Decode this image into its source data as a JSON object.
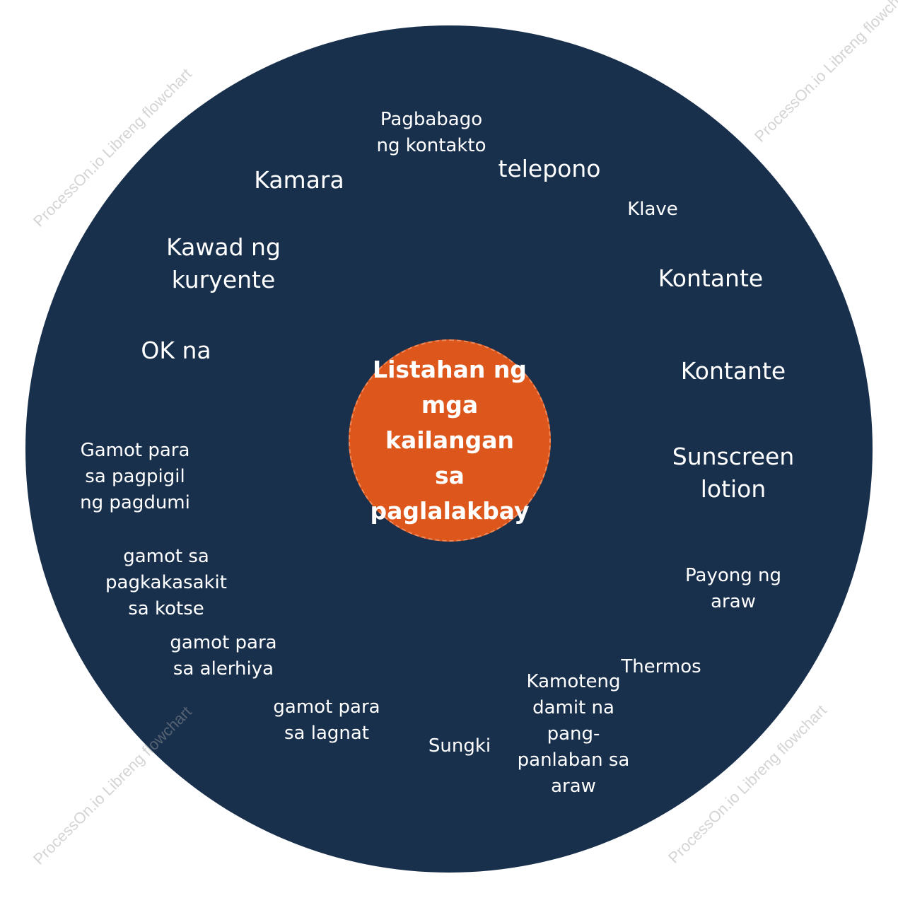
{
  "center": {
    "label": "Listahan ng\nmga\nkailangan\nsa\npaglalakbay"
  },
  "items": {
    "pagbabago": "Pagbabago\nng kontakto",
    "kamara": "Kamara",
    "telepono": "telepono",
    "klave": "Klave",
    "kawad": "Kawad ng\nkuryente",
    "kontante1": "Kontante",
    "ok_na": "OK na",
    "kontante2": "Kontante",
    "gamot_pagdumi": "Gamot para\nsa pagpigil\nng pagdumi",
    "sunscreen": "Sunscreen\nlotion",
    "gamot_kotse": "gamot sa\npagkakasakit\nsa kotse",
    "payong": "Payong ng\naraw",
    "gamot_alerhiya": "gamot para\nsa alerhiya",
    "thermos": "Thermos",
    "kamoteng": "Kamoteng\ndamit na\npang-\npanlaban sa\naraw",
    "gamot_lagnat": "gamot para\nsa lagnat",
    "sungki": "Sungki"
  },
  "watermark": {
    "text": "ProcessOn.io Libreng flowchart"
  },
  "colors": {
    "outer_circle": "#19304d",
    "center_circle": "#dd561b",
    "text": "#ffffff"
  }
}
